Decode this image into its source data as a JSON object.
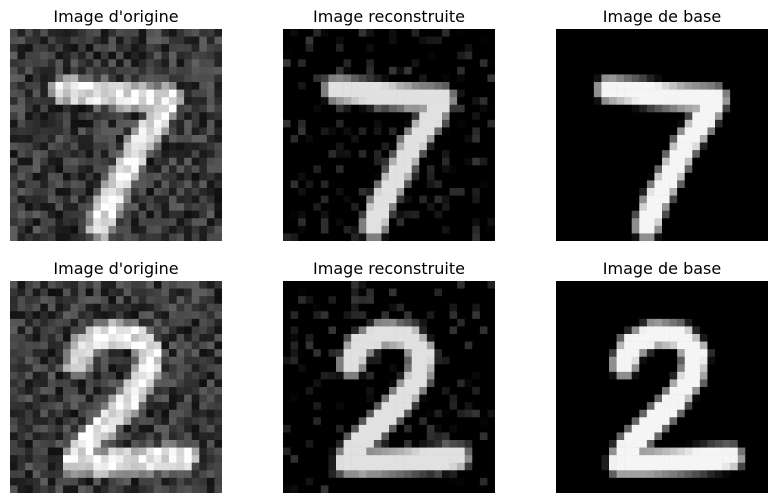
{
  "rows": [
    {
      "panels": [
        {
          "title": "Image d'origine",
          "image": "noisy-digit-7"
        },
        {
          "title": "Image reconstruite",
          "image": "reconstructed-digit-7"
        },
        {
          "title": "Image de base",
          "image": "clean-digit-7"
        }
      ]
    },
    {
      "panels": [
        {
          "title": "Image d'origine",
          "image": "noisy-digit-2"
        },
        {
          "title": "Image reconstruite",
          "image": "reconstructed-digit-2"
        },
        {
          "title": "Image de base",
          "image": "clean-digit-2"
        }
      ]
    }
  ]
}
